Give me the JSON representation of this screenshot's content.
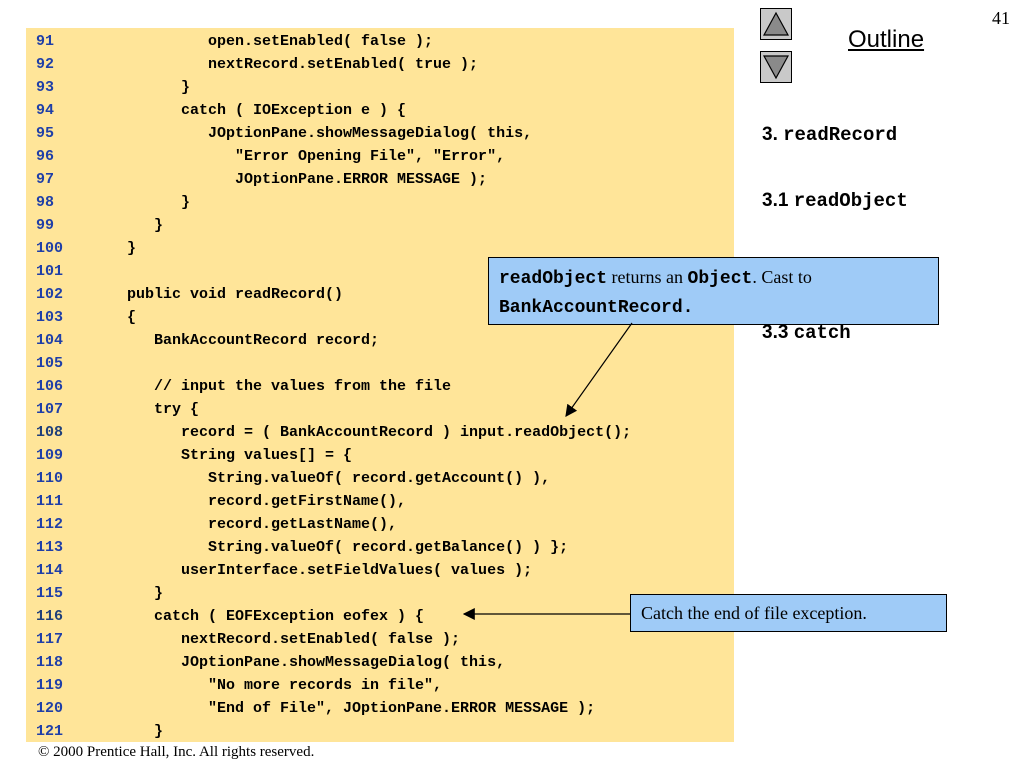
{
  "page_number": "41",
  "outline": {
    "title": "Outline",
    "items": [
      {
        "num": "3. ",
        "text": "readRecord"
      },
      {
        "num": "3.1 ",
        "text": "readObject"
      },
      {
        "num": "3.3 ",
        "text": "catch"
      }
    ]
  },
  "nav": {
    "up_icon": "up-triangle-icon",
    "down_icon": "down-triangle-icon"
  },
  "code": {
    "lines": [
      {
        "n": "91",
        "t": "            open.setEnabled( false );"
      },
      {
        "n": "92",
        "t": "            nextRecord.setEnabled( true );"
      },
      {
        "n": "93",
        "t": "         }"
      },
      {
        "n": "94",
        "t": "         catch ( IOException e ) {"
      },
      {
        "n": "95",
        "t": "            JOptionPane.showMessageDialog( this,"
      },
      {
        "n": "96",
        "t": "               \"Error Opening File\", \"Error\","
      },
      {
        "n": "97",
        "t": "               JOptionPane.ERROR MESSAGE );"
      },
      {
        "n": "98",
        "t": "         }"
      },
      {
        "n": "99",
        "t": "      }"
      },
      {
        "n": "100",
        "t": "   }"
      },
      {
        "n": "101",
        "t": ""
      },
      {
        "n": "102",
        "t": "   public void readRecord()"
      },
      {
        "n": "103",
        "t": "   {"
      },
      {
        "n": "104",
        "t": "      BankAccountRecord record;"
      },
      {
        "n": "105",
        "t": ""
      },
      {
        "n": "106",
        "t": "      // input the values from the file"
      },
      {
        "n": "107",
        "t": "      try {"
      },
      {
        "n": "108",
        "t": "         record = ( BankAccountRecord ) input.readObject();"
      },
      {
        "n": "109",
        "t": "         String values[] = {"
      },
      {
        "n": "110",
        "t": "            String.valueOf( record.getAccount() ),"
      },
      {
        "n": "111",
        "t": "            record.getFirstName(),"
      },
      {
        "n": "112",
        "t": "            record.getLastName(),"
      },
      {
        "n": "113",
        "t": "            String.valueOf( record.getBalance() ) };"
      },
      {
        "n": "114",
        "t": "         userInterface.setFieldValues( values );"
      },
      {
        "n": "115",
        "t": "      }"
      },
      {
        "n": "116",
        "t": "      catch ( EOFException eofex ) {"
      },
      {
        "n": "117",
        "t": "         nextRecord.setEnabled( false );"
      },
      {
        "n": "118",
        "t": "         JOptionPane.showMessageDialog( this,"
      },
      {
        "n": "119",
        "t": "            \"No more records in file\","
      },
      {
        "n": "120",
        "t": "            \"End of File\", JOptionPane.ERROR MESSAGE );"
      },
      {
        "n": "121",
        "t": "      }"
      }
    ]
  },
  "callouts": {
    "readobject": {
      "c1": "readObject",
      "t1": " returns an ",
      "c2": "Object",
      "t2": ".  Cast to ",
      "c3": "BankAccountRecord."
    },
    "eof": {
      "text": "Catch the end of file exception."
    }
  },
  "footer": "© 2000 Prentice Hall, Inc.  All rights reserved.",
  "colors": {
    "code_bg": "#ffe599",
    "callout_bg": "#9fcbf7",
    "line_number": "#1f3fa8"
  }
}
